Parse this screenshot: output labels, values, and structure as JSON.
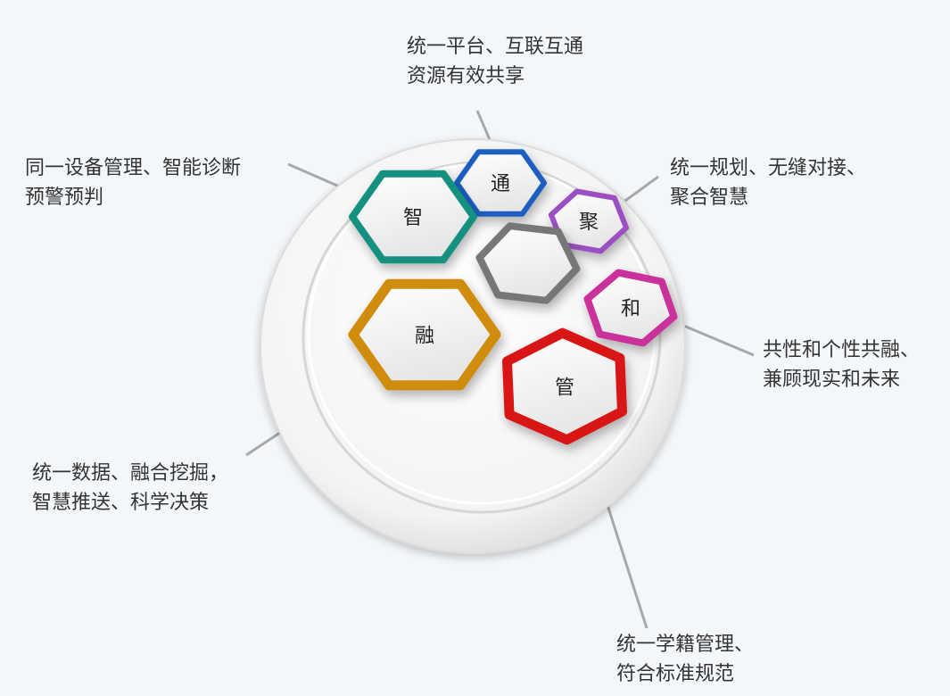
{
  "colors": {
    "background": "#f4f7fa",
    "tong": "#1f5fc0",
    "ju": "#9b4fc2",
    "zhi": "#14907f",
    "center": "#777777",
    "he": "#c8309a",
    "rong": "#d08c0c",
    "guan": "#d81818",
    "leader": "#a8a8a8"
  },
  "hexagons": {
    "tong": {
      "char": "通",
      "icon": "hexagon-blue"
    },
    "ju": {
      "char": "聚",
      "icon": "hexagon-purple"
    },
    "zhi": {
      "char": "智",
      "icon": "hexagon-teal"
    },
    "center": {
      "char": "",
      "icon": "hexagon-gray"
    },
    "he": {
      "char": "和",
      "icon": "hexagon-magenta"
    },
    "rong": {
      "char": "融",
      "icon": "hexagon-gold"
    },
    "guan": {
      "char": "管",
      "icon": "hexagon-red"
    }
  },
  "captions": {
    "tong": {
      "line1": "统一平台、互联互通",
      "line2": "资源有效共享"
    },
    "ju": {
      "line1": "统一规划、无缝对接、",
      "line2": "聚合智慧"
    },
    "zhi": {
      "line1": "同一设备管理、智能诊断",
      "line2": "预警预判"
    },
    "he": {
      "line1": "共性和个性共融、",
      "line2": "兼顾现实和未来"
    },
    "rong": {
      "line1": "统一数据、融合挖掘，",
      "line2": "智慧推送、科学决策"
    },
    "guan": {
      "line1": "统一学籍管理、",
      "line2": "符合标准规范"
    }
  }
}
